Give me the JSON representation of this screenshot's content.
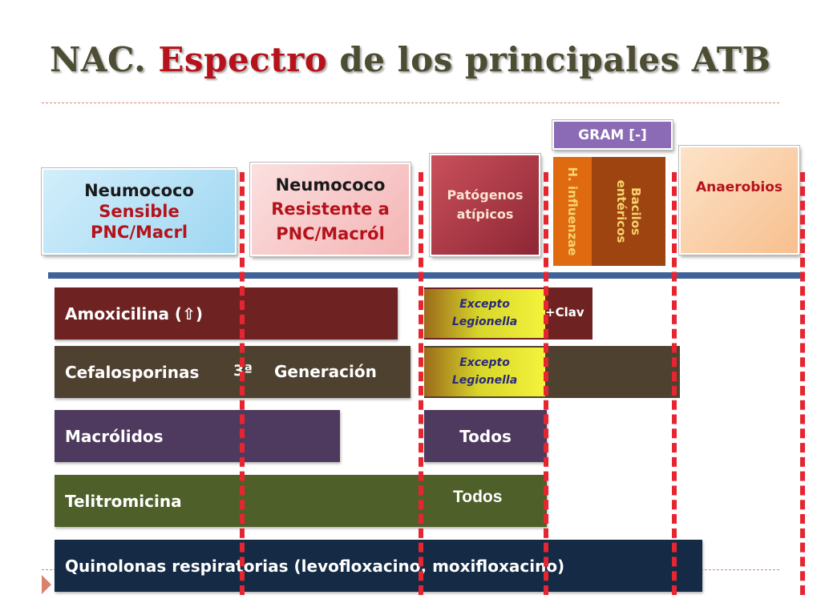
{
  "title": {
    "part1": "NAC. ",
    "accent": "Espectro",
    "part2": " de los principales ATB"
  },
  "headers": {
    "neumococo_sensible": {
      "line1": "Neumococo",
      "line2": "Sensible",
      "line3": "PNC/Macrl"
    },
    "neumococo_resistente": {
      "line1": "Neumococo",
      "line2": "Resistente a",
      "line3": "PNC/Macról"
    },
    "atipicos": {
      "line1": "Patógenos",
      "line2": "atípicos"
    },
    "gram_neg": "GRAM [-]",
    "h_influenzae": "H. influenzae",
    "bacilos": {
      "line1": "Bacilos",
      "line2": "entéricos"
    },
    "anaerobios": "Anaerobios"
  },
  "rows": {
    "amoxicilina": {
      "label": "Amoxicilina (⇧)",
      "note_line1": "Excepto",
      "note_line2": "Legionella",
      "clav": "+Clav"
    },
    "cefalosporinas": {
      "label": "Cefalosporinas",
      "gen_num": "3ª",
      "gen_label": "Generación",
      "note_line1": "Excepto",
      "note_line2": "Legionella"
    },
    "macrolidos": {
      "label": "Macrólidos",
      "todos": "Todos"
    },
    "telitromicina": {
      "label": "Telitromicina",
      "todos": "Todos"
    },
    "quinolonas": {
      "label": "Quinolonas  respiratorias (levofloxacino, moxifloxacino)"
    }
  },
  "colors": {
    "title_accent": "#b5121b",
    "amoxicilina": "#6e2222",
    "cefalosporinas": "#4f4130",
    "macrolidos": "#4e3a5e",
    "telitromicina": "#4f5f29",
    "quinolonas": "#142a45",
    "dashed_lines": "#e52631"
  }
}
